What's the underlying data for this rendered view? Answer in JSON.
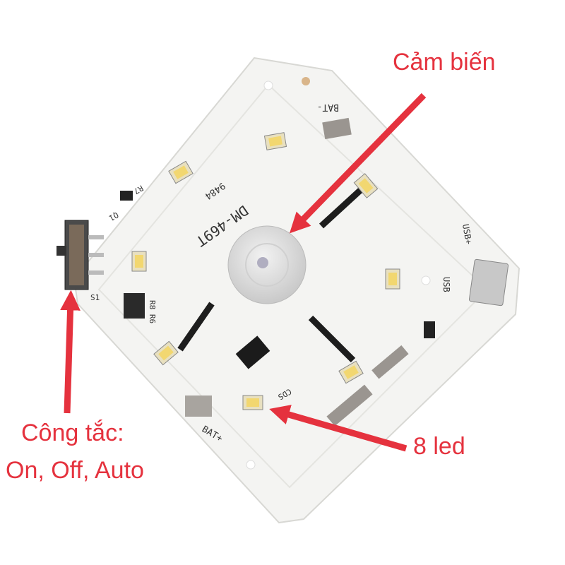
{
  "annotations": {
    "sensor": "Cảm biến",
    "switch_line1": "Công tắc:",
    "switch_line2": "On, Off, Auto",
    "leds": "8 led"
  },
  "pcb_silkscreen": {
    "model": "DM-469T",
    "code": "9484",
    "bat_minus": "BAT-",
    "bat_plus": "BAT+",
    "usb_plus": "USB+",
    "usb": "USB",
    "s1": "S1",
    "r8r6": "R8 R6",
    "r7": "R7",
    "q1": "Q1",
    "cds": "CDS"
  },
  "colors": {
    "annotation": "#e5323e",
    "board": "#f4f4f2"
  }
}
